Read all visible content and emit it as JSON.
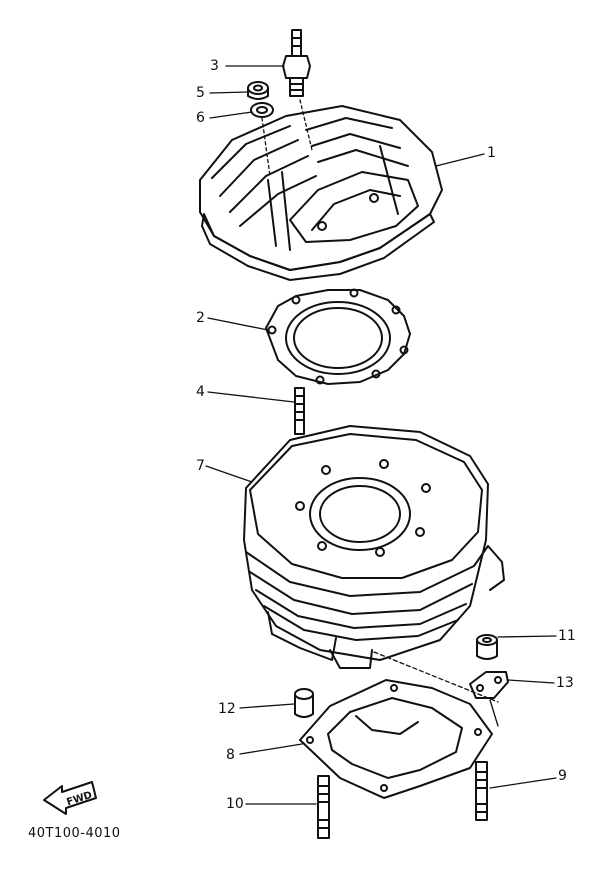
{
  "callouts": [
    {
      "id": "1",
      "text": "1"
    },
    {
      "id": "2",
      "text": "2"
    },
    {
      "id": "3",
      "text": "3"
    },
    {
      "id": "4",
      "text": "4"
    },
    {
      "id": "5",
      "text": "5"
    },
    {
      "id": "6",
      "text": "6"
    },
    {
      "id": "7",
      "text": "7"
    },
    {
      "id": "8",
      "text": "8"
    },
    {
      "id": "9",
      "text": "9"
    },
    {
      "id": "10",
      "text": "10"
    },
    {
      "id": "11",
      "text": "11"
    },
    {
      "id": "12",
      "text": "12"
    },
    {
      "id": "13",
      "text": "13"
    }
  ],
  "fwd_badge": "FWD",
  "diagram_code": "40T100-4010",
  "colors": {
    "ink": "#111111",
    "paper": "#ffffff"
  }
}
